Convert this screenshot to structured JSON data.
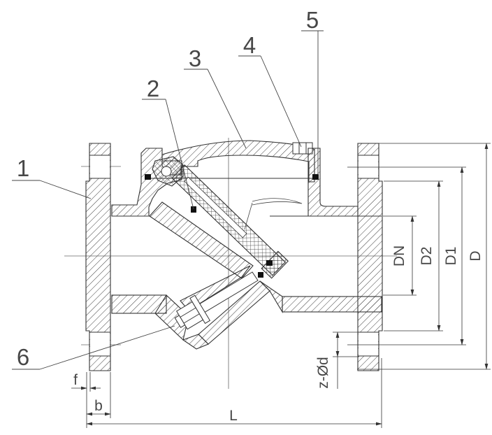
{
  "drawing": {
    "type": "valve-cross-section",
    "background": "#ffffff",
    "line_color": "#333333",
    "text_color": "#474747"
  },
  "callouts": [
    {
      "label": "1"
    },
    {
      "label": "2"
    },
    {
      "label": "3"
    },
    {
      "label": "4"
    },
    {
      "label": "5"
    },
    {
      "label": "6"
    }
  ],
  "dimensions": {
    "bore": "DN",
    "raised_face_diameter": "D2",
    "bolt_circle_diameter": "D1",
    "flange_outer_diameter": "D",
    "bolt_holes": "z-Ød",
    "raised_face_height": "f",
    "flange_thickness": "b",
    "face_to_face": "L"
  }
}
